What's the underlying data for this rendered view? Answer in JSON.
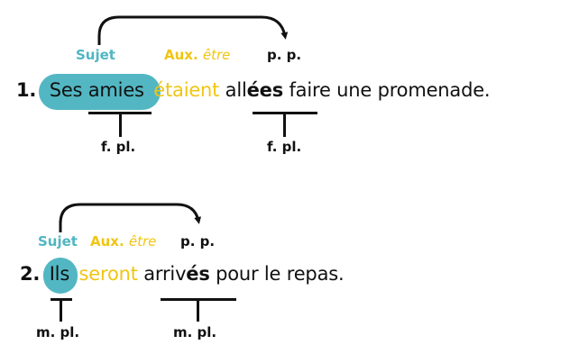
{
  "colors": {
    "subject": "#4fb6c3",
    "auxiliary": "#f0c514",
    "text": "#111111"
  },
  "examples": [
    {
      "number": "1.",
      "labels": {
        "subject": "Sujet",
        "aux_prefix": "Aux.",
        "aux_italic": "être",
        "pp": "p. p."
      },
      "subject": "Ses amies",
      "auxiliary": "étaient",
      "participle_stem": "all",
      "participle_ending": "ées",
      "rest": " faire une promenade.",
      "agreement": {
        "subject": "f. pl.",
        "participle": "f. pl."
      }
    },
    {
      "number": "2.",
      "labels": {
        "subject": "Sujet",
        "aux_prefix": "Aux.",
        "aux_italic": "être",
        "pp": "p. p."
      },
      "subject": "Ils",
      "auxiliary": "seront",
      "participle_stem": "arriv",
      "participle_ending": "és",
      "rest": " pour le repas.",
      "agreement": {
        "subject": "m. pl.",
        "participle": "m. pl."
      }
    }
  ]
}
